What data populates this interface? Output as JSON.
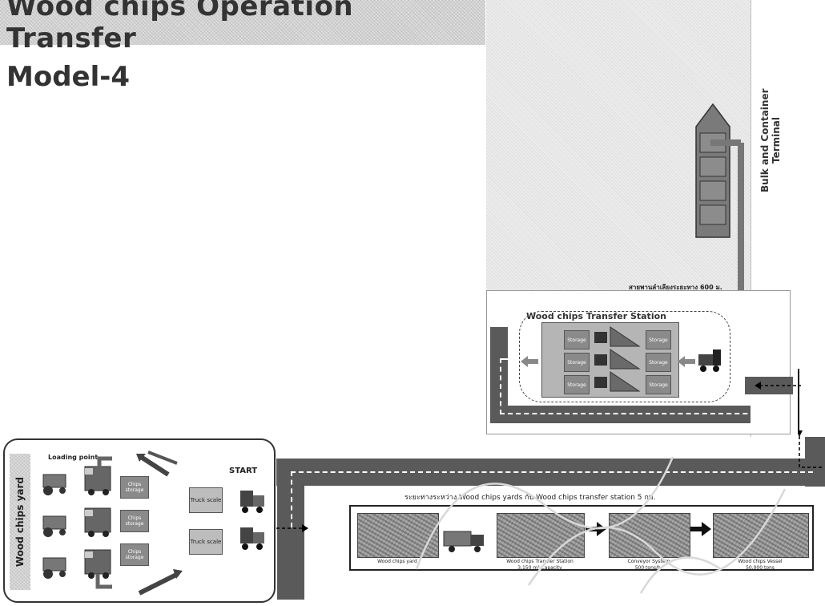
{
  "header": {
    "title": "Wood chips Operation Transfer",
    "subtitle": "Model-4"
  },
  "terminal": {
    "label": "Bulk and Container Terminal",
    "conveyor_distance": "สายพานลำเลียงระยะทาง 600 ม."
  },
  "transfer_station": {
    "label": "Wood chips Transfer Station",
    "unit_label": "Storage"
  },
  "yard": {
    "side_label": "Wood chips yard",
    "loading_point": "Loading point",
    "start": "START",
    "chip_box_label": "Chips storage",
    "truck_scale": "Truck scale"
  },
  "route": {
    "label": "ระยะทางระหว่าง Wood chips yards กับ Wood chips transfer station  5 กม."
  },
  "process_steps": [
    {
      "caption_1": "Wood chips yard",
      "caption_2": ""
    },
    {
      "caption_1": "Wood chips Transfer Station",
      "caption_2": "3,150 m³ Capacity"
    },
    {
      "caption_1": "Conveyor System",
      "caption_2": "500 tons/hr"
    },
    {
      "caption_1": "Wood chips  Vessel",
      "caption_2": "50,000 tons"
    }
  ],
  "colors": {
    "title_band": "#d4d4d4",
    "road": "#5a5a5a",
    "text": "#333333"
  }
}
